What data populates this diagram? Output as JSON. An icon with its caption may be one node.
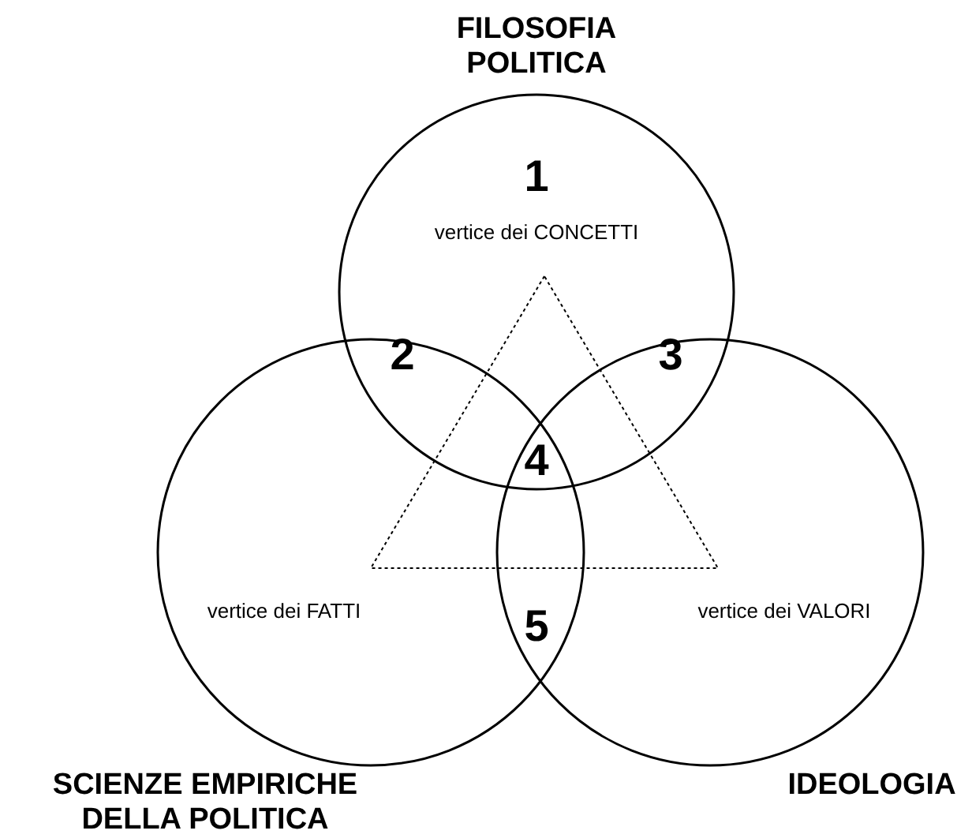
{
  "diagram": {
    "nodes": [
      {
        "text": [
          "FILOSOFIA POLITICA",
          "vertice dei CONCETTI"
        ]
      },
      {
        "text": [
          "vertice dei FATTI",
          "SCIENZE EMPIRICHE DELLA POLITICA"
        ]
      },
      {
        "text": [
          "vertice dei VALORI",
          "IDEOLOGIA"
        ]
      }
    ],
    "edges": [],
    "labels": [
      "1",
      "2",
      "3",
      "4",
      "5"
    ]
  }
}
